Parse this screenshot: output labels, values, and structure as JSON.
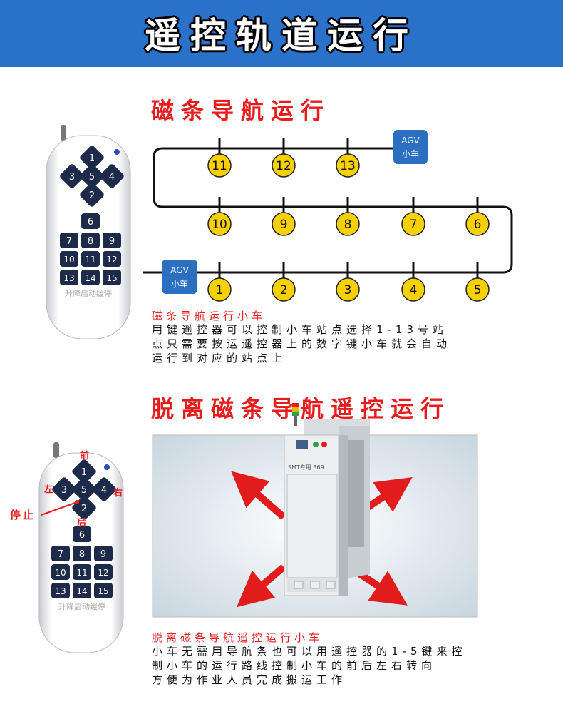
{
  "banner": {
    "title": "遥控轨道运行"
  },
  "section1": {
    "title": "磁条导航运行",
    "top_stations": [
      "11",
      "12",
      "13"
    ],
    "middle_stations": [
      "10",
      "9",
      "8",
      "7",
      "6"
    ],
    "bottom_stations": [
      "1",
      "2",
      "3",
      "4",
      "5"
    ],
    "agv_line1": "AGV",
    "agv_line2": "小车",
    "caption_title": "磁条导航运行小车",
    "caption_lines": [
      "用键遥控器可以控制小车站点选择1-13号站",
      "点只需要按运遥控器上的数字键小车就会自动",
      "运行到对应的站点上"
    ]
  },
  "section2": {
    "title": "脱离磁条导航遥控运行",
    "label_front": "前",
    "label_back": "后",
    "label_left": "左",
    "label_right": "右",
    "label_stop": "停止",
    "caption_title": "脱离磁条导航遥控运行小车",
    "caption_lines": [
      "小车无需用导航条也可以用遥控器的1-5键来控",
      "制小车的运行路线控制小车的前后左右转向",
      "方便为作业人员完成搬运工作"
    ]
  },
  "remote": {
    "dpad": [
      "1",
      "3",
      "5",
      "4",
      "2"
    ],
    "keys": [
      "6",
      "7",
      "8",
      "9",
      "10",
      "11",
      "12",
      "13",
      "14",
      "15"
    ],
    "footer": "升降启动缓停"
  },
  "machine": {
    "badge": "SMT专用 369"
  },
  "colors": {
    "banner": "#2a72c9",
    "accent_red": "#e51d1d",
    "station_yellow": "#f6d000",
    "key_navy": "#1d2a4a",
    "agv_blue": "#2a6fc0"
  }
}
